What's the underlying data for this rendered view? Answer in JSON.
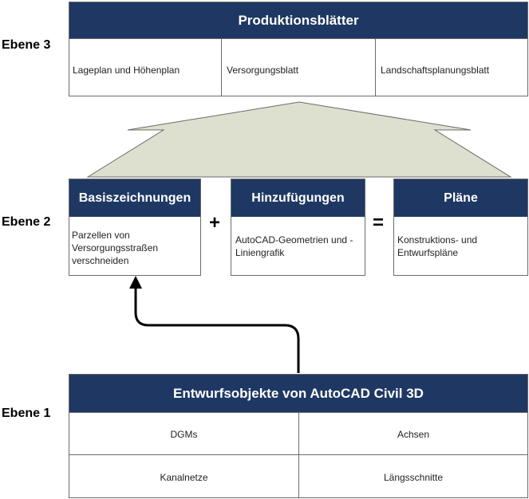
{
  "levels": {
    "level3": "Ebene 3",
    "level2": "Ebene 2",
    "level1": "Ebene 1"
  },
  "production": {
    "title": "Produktionsblätter",
    "cells": [
      "Lageplan und Höhenplan",
      "Versorgungsblatt",
      "Landschaftsplanungsblatt"
    ]
  },
  "basis": {
    "title": "Basiszeichnungen",
    "body": "Parzellen von Versorgungsstraßen verschneiden"
  },
  "additions": {
    "title": "Hinzufügungen",
    "body": "AutoCAD-Geometrien und -Liniengrafik"
  },
  "plans": {
    "title": "Pläne",
    "body": "Konstruktions- und Entwurfspläne"
  },
  "operators": {
    "plus": "+",
    "equals": "="
  },
  "design_objects": {
    "title": "Entwurfsobjekte von AutoCAD Civil 3D",
    "cells": [
      "DGMs",
      "Achsen",
      "Kanalnetze",
      "Längsschnitte"
    ]
  },
  "colors": {
    "header_fill": "#1f3863",
    "arrow_fill": "#dde0cf",
    "border": "#6b6b6b"
  }
}
